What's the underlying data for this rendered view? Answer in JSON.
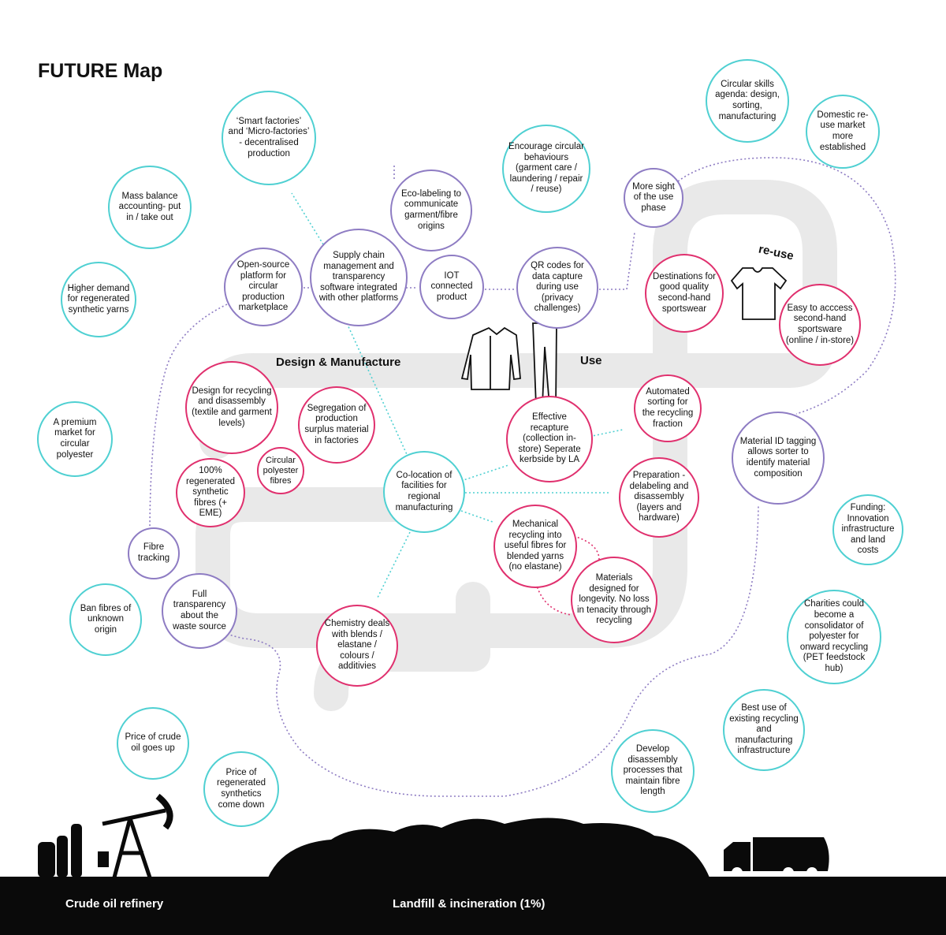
{
  "title": "FUTURE Map",
  "section_labels": {
    "design": "Design & Manufacture",
    "use": "Use",
    "reuse": "re-use"
  },
  "footer": {
    "refinery": "Crude oil refinery",
    "landfill": "Landfill & incineration (1%)"
  },
  "bubbles": {
    "smart_factories": "‘Smart factories’ and ‘Micro-factories’ - decentralised production",
    "mass_balance": "Mass balance accounting- put in / take out",
    "higher_demand": "Higher demand for regenerated synthetic yarns",
    "premium_market": "A premium market for circular polyester",
    "ban_fibres": "Ban fibres of unknown origin",
    "price_crude": "Price of crude oil goes up",
    "price_regen": "Price of regenerated synthetics come down",
    "open_source": "Open-source platform for circular production marketplace",
    "supply_chain": "Supply chain management and transparency software integrated with other platforms",
    "eco_label": "Eco-labeling to communicate garment/fibre origins",
    "iot": "IOT connected product",
    "qr_codes": "QR codes for data capture during use (privacy challenges)",
    "encourage": "Encourage circular behaviours (garment care / laundering / repair / reuse)",
    "more_sight": "More sight of the use phase",
    "skills": "Circular skills agenda: design, sorting, manufacturing",
    "domestic": "Domestic re-use market more established",
    "destinations": "Destinations for good quality second-hand sportswear",
    "easy_access": "Easy to acccess second-hand sportsware (online / in-store)",
    "design_recycling": "Design for recycling and disassembly (textile and garment levels)",
    "segregation": "Segregation of production surplus material in factories",
    "regenerated": "100% regenerated synthetic fibres (+ EME)",
    "circular_poly": "Circular polyester fibres",
    "colocation": "Co-location of facilities for regional manufacturing",
    "recapture": "Effective recapture (collection in-store) Seperate kerbside by LA",
    "auto_sorting": "Automated sorting for the recycling fraction",
    "material_id": "Material ID tagging allows sorter to identify material composition",
    "preparation": "Preparation - delabeling and disassembly (layers and hardware)",
    "mechanical": "Mechanical recycling into useful fibres for blended yarns (no elastane)",
    "longevity": "Materials designed for longevity. No loss in tenacity through recycling",
    "chemistry": "Chemistry deals with blends / elastane / colours / additivies",
    "fibre_tracking": "Fibre tracking",
    "full_transparency": "Full transparency about the waste source",
    "funding": "Funding: Innovation infrastructure and land costs",
    "charities": "Charities could become a consolidator of polyester for onward recycling (PET feedstock hub)",
    "best_use": "Best use of existing recycling and manufacturing infrastructure",
    "develop": "Develop disassembly processes that maintain fibre length"
  },
  "colors": {
    "teal": "#4fd0d2",
    "purple": "#8e7cc3",
    "pink": "#e0306e",
    "ground": "#0a0a0a",
    "loop": "#e9e9e9"
  },
  "icons": [
    "jacket-icon",
    "leggings-icon",
    "tshirt-icon",
    "oil-pump-icon",
    "refinery-tanks-icon",
    "landfill-mound-icon",
    "garbage-truck-icon"
  ]
}
